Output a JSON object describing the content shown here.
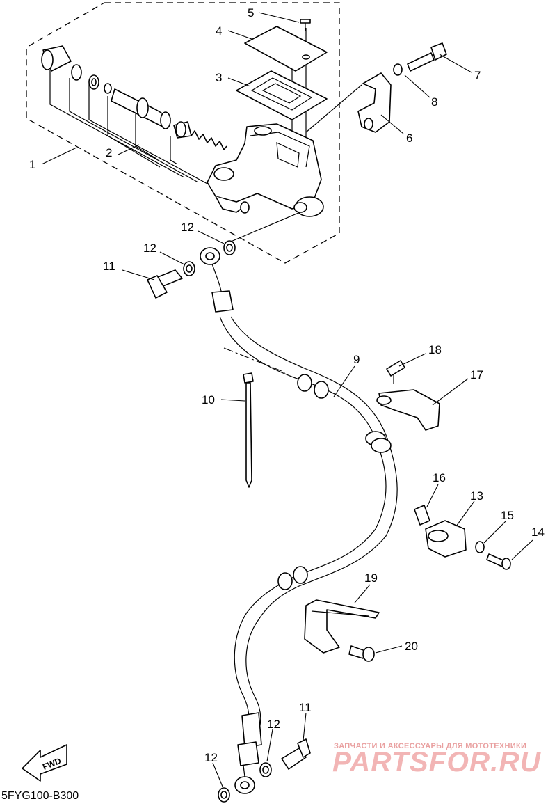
{
  "diagram": {
    "code": "5FYG100-B300",
    "fwd_label": "FWD",
    "callouts": {
      "c1": "1",
      "c2": "2",
      "c3": "3",
      "c4": "4",
      "c5": "5",
      "c6": "6",
      "c7": "7",
      "c8": "8",
      "c9": "9",
      "c10": "10",
      "c11a": "11",
      "c11b": "11",
      "c12a": "12",
      "c12b": "12",
      "c12c": "12",
      "c12d": "12",
      "c13": "13",
      "c14": "14",
      "c15": "15",
      "c16": "16",
      "c17": "17",
      "c18": "18",
      "c19": "19",
      "c20": "20"
    }
  },
  "watermark": {
    "tagline": "ЗАПЧАСТИ И АКСЕССУАРЫ ДЛЯ МОТОТЕХНИКИ",
    "brand": "PARTSFOR.RU"
  }
}
